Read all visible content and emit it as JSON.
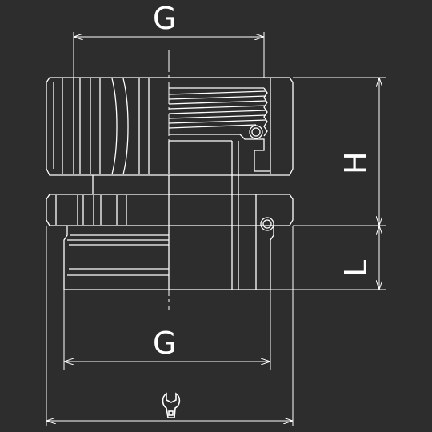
{
  "labels": {
    "thread_top": "G",
    "thread_bottom": "G",
    "height": "H",
    "length": "L"
  },
  "icons": {
    "wrench": "wrench-icon"
  },
  "colors": {
    "background": "#2d2d2d",
    "line": "#ffffff"
  }
}
